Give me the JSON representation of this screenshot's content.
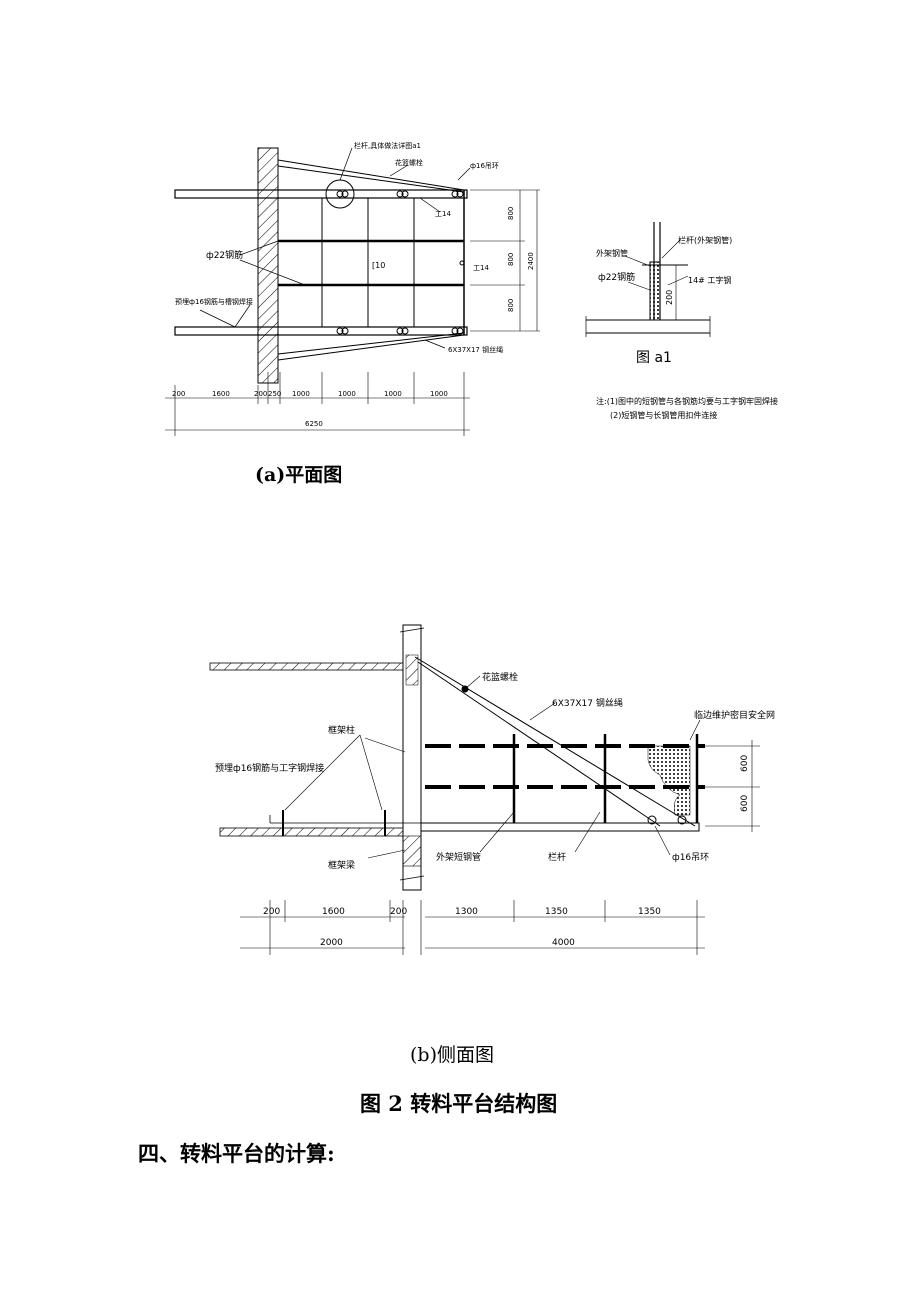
{
  "plan": {
    "label_railing_detail": "栏杆,具体做法详图a1",
    "label_turnbuckle": "花篮螺栓",
    "label_ring": "ф16吊环",
    "label_i14_a": "工14",
    "label_i14_b": "工14",
    "label_rebar22": "ф22钢筋",
    "label_c10": "[10",
    "label_embedded": "预埋ф16钢筋与槽钢焊接",
    "label_wire": "6X37X17 钢丝绳",
    "dim_800_1": "800",
    "dim_800_2": "800",
    "dim_800_3": "800",
    "dim_2400": "2400",
    "dims": [
      "200",
      "1600",
      "200",
      "250",
      "1000",
      "1000",
      "1000",
      "1000"
    ],
    "dim_total": "6250"
  },
  "detail_a1": {
    "label_outer_pipe": "外架钢管",
    "label_railing": "栏杆(外架钢管)",
    "label_rebar22": "ф22钢筋",
    "label_beam": "14# 工字钢",
    "dim_200": "200",
    "title": "图 a1",
    "note_1": "注:(1)图中的短钢管与各钢筋均要与工字钢牢固焊接",
    "note_2": "(2)短钢管与长钢管用扣件连接"
  },
  "side": {
    "label_turnbuckle": "花篮螺栓",
    "label_wire": "6X37X17 钢丝绳",
    "label_net": "临边维护密目安全网",
    "label_column": "框架柱",
    "label_embedded": "预埋ф16钢筋与工字钢焊接",
    "label_beam": "框架梁",
    "label_short_pipe": "外架短钢管",
    "label_railing": "栏杆",
    "label_ring": "ф16吊环",
    "dim_600_1": "600",
    "dim_600_2": "600",
    "dims_left": [
      "200",
      "1600",
      "200"
    ],
    "dims_right": [
      "1300",
      "1350",
      "1350"
    ],
    "dim_2000": "2000",
    "dim_4000": "4000"
  },
  "captions": {
    "plan": "(a)平面图",
    "side": "(b)侧面图",
    "figure": "图 2  转料平台结构图",
    "section": "四、转料平台的计算:"
  }
}
